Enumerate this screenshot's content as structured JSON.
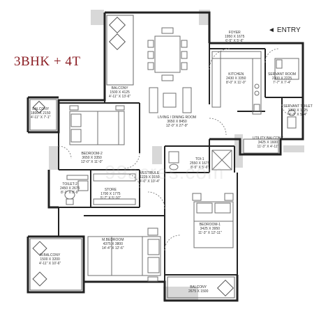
{
  "title": "3BHK + 4T",
  "entry": {
    "arrow": "◄",
    "label": "ENTRY"
  },
  "watermark": "99acres.com",
  "colors": {
    "title": "#8b1e24",
    "wall": "#222222",
    "furniture": "#6f6f6f",
    "shade": "#d8d8d8"
  },
  "rooms": {
    "balcony_top": {
      "name": "BALCONY",
      "dim": "1500 X 4125",
      "imp": "4'-11\" X 13'-6\""
    },
    "foyer": {
      "name": "FOYER",
      "dim": "1950 X 1675",
      "imp": "6'-5\" X 5'-6\""
    },
    "kitchen": {
      "name": "KITCHEN",
      "dim": "2430 X 3350",
      "imp": "8'-0\" X 11'-0\""
    },
    "servant_room": {
      "name": "SERVANT ROOM",
      "dim": "2300 X 2225",
      "imp": "7'-7\" X 7'-4\""
    },
    "servant_toilet": {
      "name": "SERVANT TOILET",
      "dim": "1300 X 1625",
      "imp": "4'-3\" X 5'-4\""
    },
    "utility_balcony": {
      "name": "UTILITY BALCONY",
      "dim": "3425 X 1600",
      "imp": "11'-3\" X 4'-11\""
    },
    "living": {
      "name": "LIVING / DINING ROOM",
      "dim": "3650 X 8450",
      "imp": "12'-0\" X 27'-9\""
    },
    "balcony_left": {
      "name": "BALCONY",
      "dim": "1800 X 2150",
      "imp": "4'-11\" X 7'-1\""
    },
    "bedroom2": {
      "name": "BEDROOM-2",
      "dim": "3650 X 3350",
      "imp": "12'-0\" X 11'-0\""
    },
    "toilet2": {
      "name": "TOILET-2",
      "dim": "2450 X 2675",
      "imp": "8'-1\" X 8'-9\""
    },
    "store": {
      "name": "STORE",
      "dim": "1700 X 1775",
      "imp": "5'-7\" X 5'-10\""
    },
    "vestibule": {
      "name": "VESTIBULE",
      "dim": "1225 X 3150",
      "imp": "4'-0\" X 10'-4\""
    },
    "toilet1": {
      "name": "TOI-1",
      "dim": "2550 X 1675",
      "imp": "8'-5\" X 5'-6\""
    },
    "bedroom1": {
      "name": "BEDROOM-1",
      "dim": "3425 X 3950",
      "imp": "11'-3\" X 12'-11\""
    },
    "mbedroom": {
      "name": "M.BEDROOM",
      "dim": "4375 X 3800",
      "imp": "14'-4\" X 12'-6\""
    },
    "mbalcony": {
      "name": "M.BALCONY",
      "dim": "1500 X 3200",
      "imp": "4'-11\" X 10'-6\""
    },
    "balcony_bottom": {
      "name": "BALCONY",
      "dim": "2675 X 1500",
      "imp": ""
    }
  }
}
